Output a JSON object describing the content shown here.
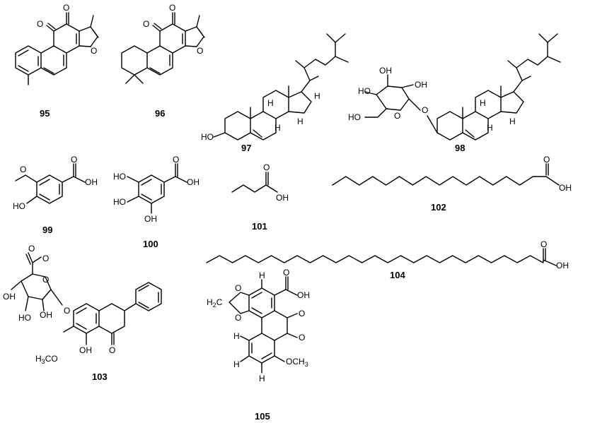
{
  "compounds": [
    {
      "id": "95"
    },
    {
      "id": "96"
    },
    {
      "id": "97"
    },
    {
      "id": "98"
    },
    {
      "id": "99"
    },
    {
      "id": "100"
    },
    {
      "id": "101"
    },
    {
      "id": "102"
    },
    {
      "id": "103"
    },
    {
      "id": "104"
    },
    {
      "id": "105"
    }
  ],
  "atoms": {
    "O": "O",
    "H": "H",
    "OH": "OH",
    "HO": "HO",
    "H3CO": "H3CO",
    "OCH3": "OCH3",
    "H2C": "H2C"
  }
}
